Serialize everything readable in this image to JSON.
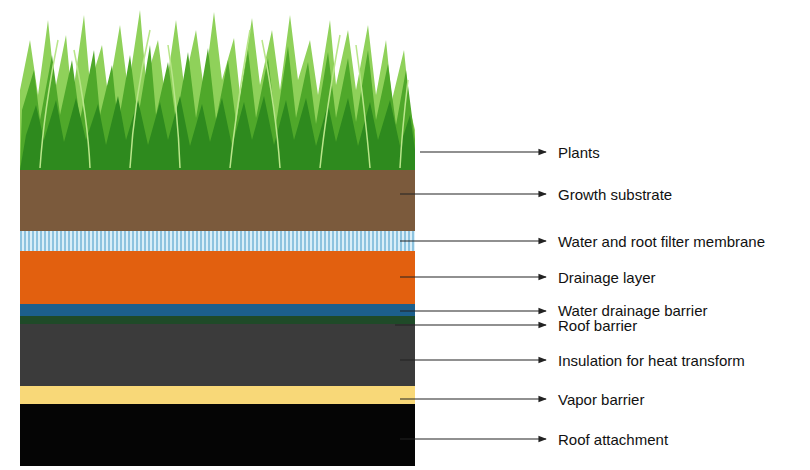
{
  "diagram": {
    "labels": [
      "Plants",
      "Growth substrate",
      "Water and root filter membrane",
      "Drainage layer",
      "Water drainage barrier",
      "Roof barrier",
      "Insulation for heat transform",
      "Vapor barrier",
      "Roof attachment"
    ]
  }
}
